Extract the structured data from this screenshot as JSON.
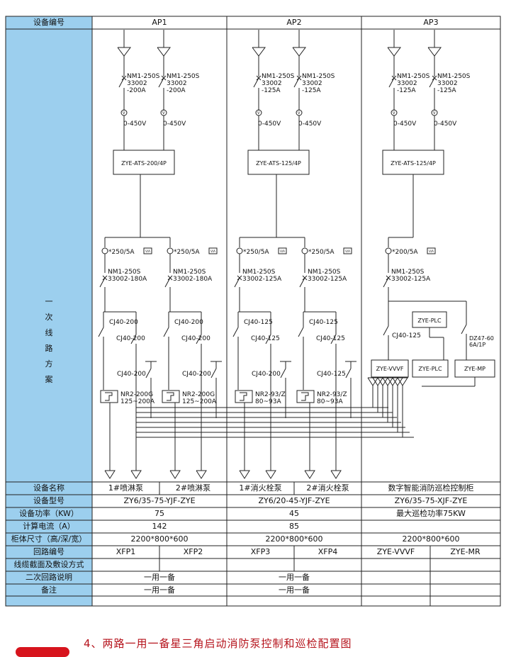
{
  "header": {
    "first_col": "设备编号",
    "panels": [
      "AP1",
      "AP2",
      "AP3"
    ]
  },
  "side_label": [
    "一",
    "次",
    "线",
    "路",
    "方",
    "案"
  ],
  "panels": {
    "ap1": {
      "breakers_in": [
        "NM1-250S\n33002\n-200A",
        "NM1-250S\n33002\n-200A"
      ],
      "voltmeters": [
        "0-450V",
        "0-450V"
      ],
      "ats": "ZYE-ATS-200/4P",
      "ct": [
        "*250/5A",
        "*250/5A"
      ],
      "meter": "V/A",
      "breakers_out": [
        "NM1-250S\n33002-180A",
        "NM1-250S\n33002-180A"
      ],
      "contactors_main": [
        "CJ40-200",
        "CJ40-200"
      ],
      "contactors_side": [
        "CJ40-200",
        "CJ40-200"
      ],
      "contactors_star": [
        "CJ40-200",
        "CJ40-200"
      ],
      "relays": [
        "NR2-200G\n125~200A",
        "NR2-200G\n125~200A"
      ]
    },
    "ap2": {
      "breakers_in": [
        "NM1-250S\n33002\n-125A",
        "NM1-250S\n33002\n-125A"
      ],
      "voltmeters": [
        "0-450V",
        "0-450V"
      ],
      "ats": "ZYE-ATS-125/4P",
      "ct": [
        "*250/5A",
        "*250/5A"
      ],
      "meter": "V/A",
      "breakers_out": [
        "NM1-250S\n33002-125A",
        "NM1-250S\n33002-125A"
      ],
      "contactors_main": [
        "CJ40-125",
        "CJ40-125"
      ],
      "contactors_side": [
        "CJ40-125",
        "CJ40-125"
      ],
      "contactors_star": [
        "CJ40-200",
        "CJ40-125"
      ],
      "relays": [
        "NR2-93/Z\n80~93A",
        "NR2-93/Z\n80~93A"
      ]
    },
    "ap3": {
      "breakers_in": [
        "NM1-250S\n33002\n-125A",
        "NM1-250S\n33002\n-125A"
      ],
      "voltmeters": [
        "0-450V",
        "0-450V"
      ],
      "ats": "ZYE-ATS-125/4P",
      "ct": [
        "*200/5A"
      ],
      "meter": "V/A",
      "breakers_out": [
        "NM1-250S\n33002-125A"
      ],
      "contactor": "CJ40-125",
      "plc_top": "ZYE-PLC",
      "mcb": "DZ47-60\n6A/1P",
      "vvvf": "ZYE-VVVF",
      "plc_mid": "ZYE-PLC",
      "mp": "ZYE-MP"
    }
  },
  "table": {
    "labels": [
      "设备名称",
      "设备型号",
      "设备功率（KW）",
      "计算电流（A）",
      "柜体尺寸（高/深/宽）",
      "回路编号",
      "线缆截面及敷设方式",
      "二次回路说明",
      "备注"
    ],
    "device_names": [
      "1#喷淋泵",
      "2#喷淋泵",
      "1#消火栓泵",
      "2#消火栓泵",
      "数字智能消防巡检控制柜"
    ],
    "models": [
      "ZY6/35-75-YJF-ZYE",
      "ZY6/20-45-YJF-ZYE",
      "ZY6/35-75-XJF-ZYE"
    ],
    "power": [
      "75",
      "45",
      "最大巡检功率75KW"
    ],
    "current": [
      "142",
      "85"
    ],
    "size": [
      "2200*800*600",
      "2200*800*600",
      "2200*800*600"
    ],
    "circuits": [
      "XFP1",
      "XFP2",
      "XFP3",
      "XFP4",
      "ZYE-VVVF",
      "ZYE-MR"
    ],
    "secondary": [
      "一用一备",
      "一用一备"
    ],
    "remarks": [
      "一用一备",
      "一用一备"
    ]
  },
  "caption": "4、两路一用一备星三角启动消防泵控制和巡检配置图",
  "colors": {
    "label_column": "#9ccfee",
    "caption": "#b5121b",
    "badge": "#d7141d"
  }
}
